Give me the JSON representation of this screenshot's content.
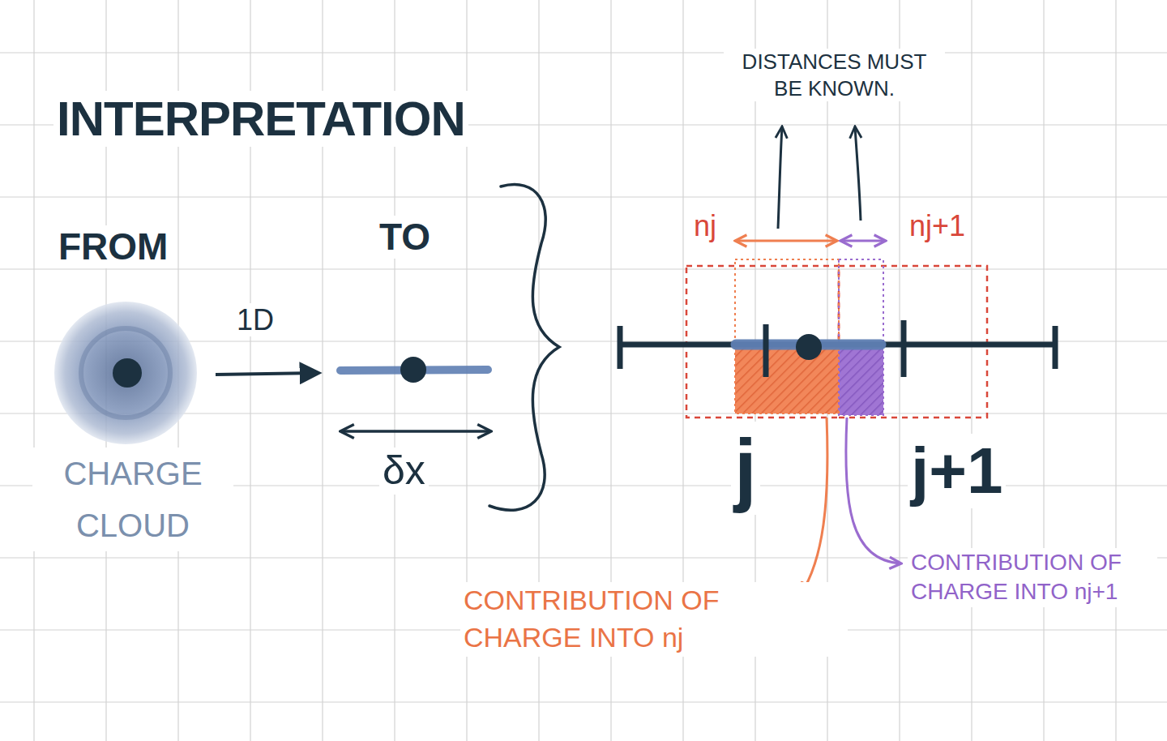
{
  "diagram": {
    "title": "INTERPRETATION",
    "labels": [
      "FROM",
      "TO",
      "1D",
      "CHARGE CLOUD",
      "δx",
      "DISTANCES MUST BE KNOWN.",
      "nj",
      "nj+1",
      "j",
      "j+1",
      "CONTRIBUTION OF CHARGE INTO nj",
      "CONTRIBUTION OF CHARGE INTO nj+1"
    ]
  }
}
